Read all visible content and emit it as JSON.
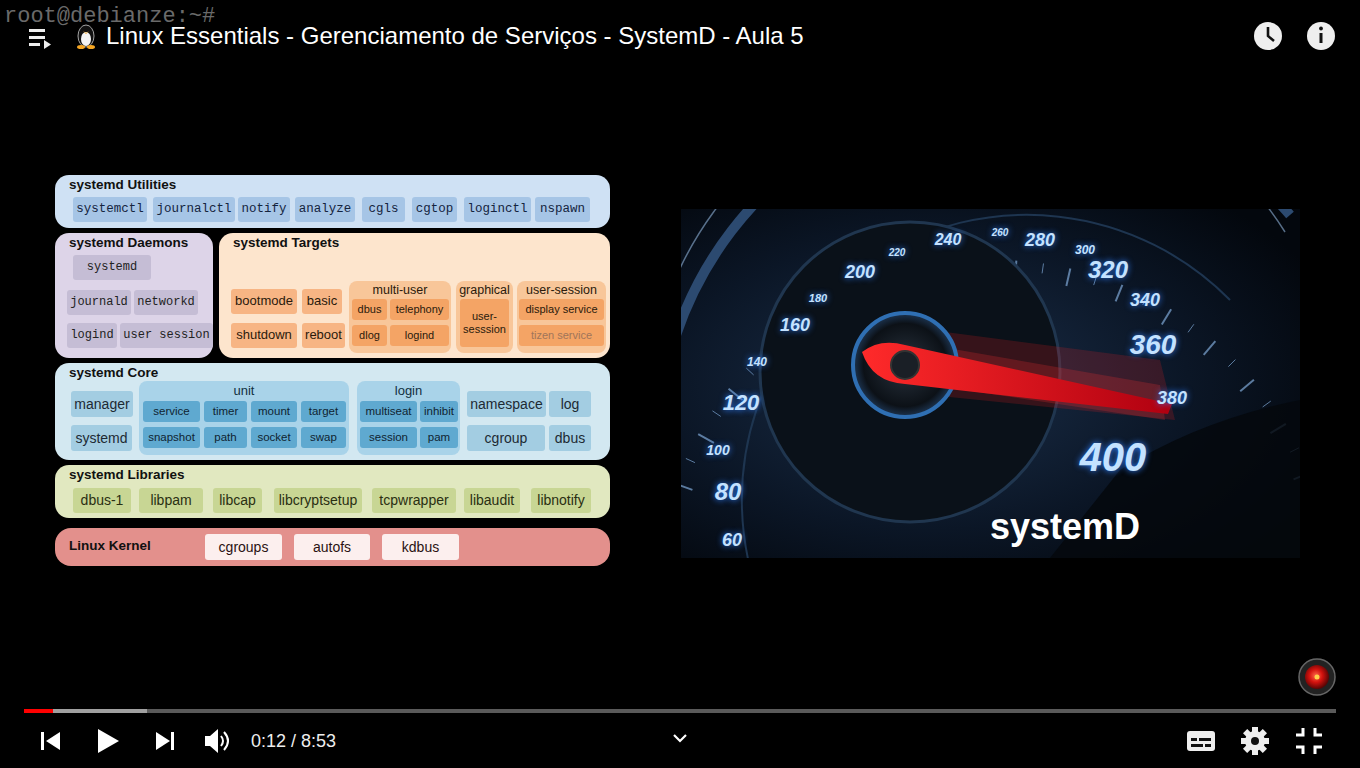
{
  "diagram": {
    "title": "Linux Essentials - Gerenciamento de Serviços - SystemD - Aula 5",
    "nodes": [
      {
        "text": [
          "systemd Utilities"
        ]
      },
      {
        "text": [
          "systemctl"
        ],
        "in": 0
      },
      {
        "text": [
          "journalctl"
        ],
        "in": 0
      },
      {
        "text": [
          "notify"
        ],
        "in": 0
      },
      {
        "text": [
          "analyze"
        ],
        "in": 0
      },
      {
        "text": [
          "cgls"
        ],
        "in": 0
      },
      {
        "text": [
          "cgtop"
        ],
        "in": 0
      },
      {
        "text": [
          "loginctl"
        ],
        "in": 0
      },
      {
        "text": [
          "nspawn"
        ],
        "in": 0
      },
      {
        "text": [
          "systemd Daemons"
        ]
      },
      {
        "text": [
          "systemd"
        ],
        "in": 9
      },
      {
        "text": [
          "journald"
        ],
        "in": 9
      },
      {
        "text": [
          "networkd"
        ],
        "in": 9
      },
      {
        "text": [
          "logind"
        ],
        "in": 9
      },
      {
        "text": [
          "user session"
        ],
        "in": 9
      },
      {
        "text": [
          "systemd Targets"
        ]
      },
      {
        "text": [
          "bootmode"
        ],
        "in": 15
      },
      {
        "text": [
          "basic"
        ],
        "in": 15
      },
      {
        "text": [
          "shutdown"
        ],
        "in": 15
      },
      {
        "text": [
          "reboot"
        ],
        "in": 15
      },
      {
        "text": [
          "multi-user"
        ],
        "in": 15
      },
      {
        "text": [
          "dbus"
        ],
        "in": 20
      },
      {
        "text": [
          "telephony"
        ],
        "in": 20
      },
      {
        "text": [
          "dlog"
        ],
        "in": 20
      },
      {
        "text": [
          "logind"
        ],
        "in": 20
      },
      {
        "text": [
          "graphical"
        ],
        "in": 15
      },
      {
        "text": [
          "user-sesssion"
        ],
        "in": 25
      },
      {
        "text": [
          "user-session"
        ],
        "in": 15
      },
      {
        "text": [
          "display service"
        ],
        "in": 27
      },
      {
        "text": [
          "tizen service"
        ],
        "in": 27
      },
      {
        "text": [
          "systemd Core"
        ]
      },
      {
        "text": [
          "manager"
        ],
        "in": 30
      },
      {
        "text": [
          "systemd"
        ],
        "in": 30
      },
      {
        "text": [
          "unit"
        ],
        "in": 30
      },
      {
        "text": [
          "service"
        ],
        "in": 33
      },
      {
        "text": [
          "timer"
        ],
        "in": 33
      },
      {
        "text": [
          "mount"
        ],
        "in": 33
      },
      {
        "text": [
          "target"
        ],
        "in": 33
      },
      {
        "text": [
          "snapshot"
        ],
        "in": 33
      },
      {
        "text": [
          "path"
        ],
        "in": 33
      },
      {
        "text": [
          "socket"
        ],
        "in": 33
      },
      {
        "text": [
          "swap"
        ],
        "in": 33
      },
      {
        "text": [
          "login"
        ],
        "in": 30
      },
      {
        "text": [
          "multiseat"
        ],
        "in": 42
      },
      {
        "text": [
          "inhibit"
        ],
        "in": 42
      },
      {
        "text": [
          "session"
        ],
        "in": 42
      },
      {
        "text": [
          "pam"
        ],
        "in": 42
      },
      {
        "text": [
          "namespace"
        ],
        "in": 30
      },
      {
        "text": [
          "log"
        ],
        "in": 30
      },
      {
        "text": [
          "cgroup"
        ],
        "in": 30
      },
      {
        "text": [
          "dbus"
        ],
        "in": 30
      },
      {
        "text": [
          "systemd Libraries"
        ]
      },
      {
        "text": [
          "dbus-1"
        ],
        "in": 51
      },
      {
        "text": [
          "libpam"
        ],
        "in": 51
      },
      {
        "text": [
          "libcap"
        ],
        "in": 51
      },
      {
        "text": [
          "libcryptsetup"
        ],
        "in": 51
      },
      {
        "text": [
          "tcpwrapper"
        ],
        "in": 51
      },
      {
        "text": [
          "libaudit"
        ],
        "in": 51
      },
      {
        "text": [
          "libnotify"
        ],
        "in": 51
      },
      {
        "text": [
          "Linux Kernel"
        ]
      },
      {
        "text": [
          "cgroups"
        ],
        "in": 59
      },
      {
        "text": [
          "autofs"
        ],
        "in": 59
      },
      {
        "text": [
          "kdbus"
        ],
        "in": 59
      }
    ],
    "labels": [
      "root@debianze:~#",
      "60",
      "80",
      "100",
      "120",
      "140",
      "160",
      "180",
      "200",
      "220",
      "240",
      "260",
      "280",
      "300",
      "320",
      "340",
      "360",
      "380",
      "400",
      "systemD",
      "0:12 / 8:53"
    ]
  }
}
